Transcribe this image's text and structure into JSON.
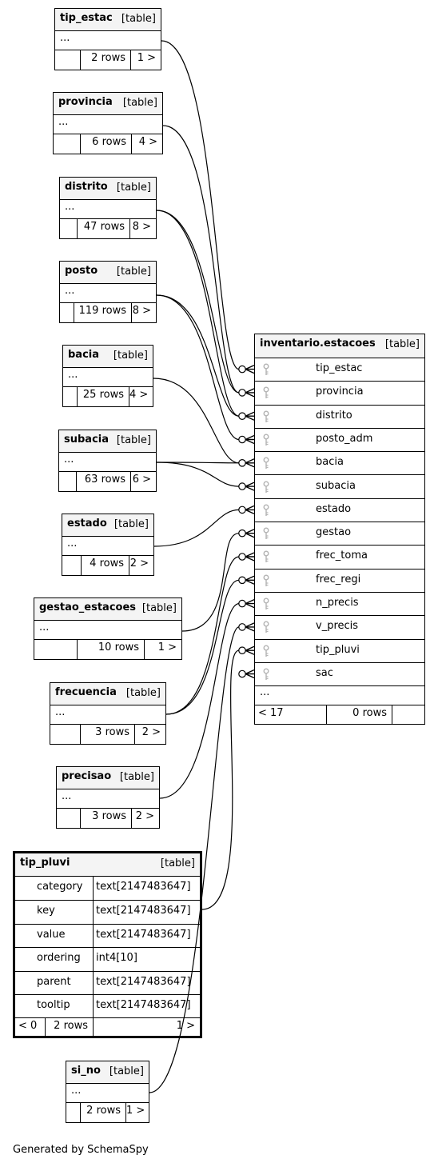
{
  "tables": {
    "tip_estac": {
      "name": "tip_estac",
      "kind": "[table]",
      "rows": "2 rows",
      "children": "1 >"
    },
    "provincia": {
      "name": "provincia",
      "kind": "[table]",
      "rows": "6 rows",
      "children": "4 >"
    },
    "distrito": {
      "name": "distrito",
      "kind": "[table]",
      "rows": "47 rows",
      "children": "8 >"
    },
    "posto": {
      "name": "posto",
      "kind": "[table]",
      "rows": "119 rows",
      "children": "8 >"
    },
    "bacia": {
      "name": "bacia",
      "kind": "[table]",
      "rows": "25 rows",
      "children": "4 >"
    },
    "subacia": {
      "name": "subacia",
      "kind": "[table]",
      "rows": "63 rows",
      "children": "6 >"
    },
    "estado": {
      "name": "estado",
      "kind": "[table]",
      "rows": "4 rows",
      "children": "2 >"
    },
    "gestao_estacoes": {
      "name": "gestao_estacoes",
      "kind": "[table]",
      "rows": "10 rows",
      "children": "1 >"
    },
    "frecuencia": {
      "name": "frecuencia",
      "kind": "[table]",
      "rows": "3 rows",
      "children": "2 >"
    },
    "precisao": {
      "name": "precisao",
      "kind": "[table]",
      "rows": "3 rows",
      "children": "2 >"
    },
    "si_no": {
      "name": "si_no",
      "kind": "[table]",
      "rows": "2 rows",
      "children": "1 >"
    }
  },
  "ellipsis": "...",
  "tip_pluvi": {
    "name": "tip_pluvi",
    "kind": "[table]",
    "columns": [
      {
        "name": "category",
        "type": "text[2147483647]"
      },
      {
        "name": "key",
        "type": "text[2147483647]"
      },
      {
        "name": "value",
        "type": "text[2147483647]"
      },
      {
        "name": "ordering",
        "type": "int4[10]"
      },
      {
        "name": "parent",
        "type": "text[2147483647]"
      },
      {
        "name": "tooltip",
        "type": "text[2147483647]"
      }
    ],
    "parents": "< 0",
    "rows": "2 rows",
    "children": "1 >"
  },
  "inventario": {
    "name": "inventario.estacoes",
    "kind": "[table]",
    "columns": [
      "tip_estac",
      "provincia",
      "distrito",
      "posto_adm",
      "bacia",
      "subacia",
      "estado",
      "gestao",
      "frec_toma",
      "frec_regi",
      "n_precis",
      "v_precis",
      "tip_pluvi",
      "sac"
    ],
    "parents": "< 17",
    "rows": "0 rows",
    "children": ""
  },
  "icons": {
    "column": "key-icon",
    "relationship": "crowfoot-relationship-line"
  },
  "credit": "Generated by SchemaSpy"
}
